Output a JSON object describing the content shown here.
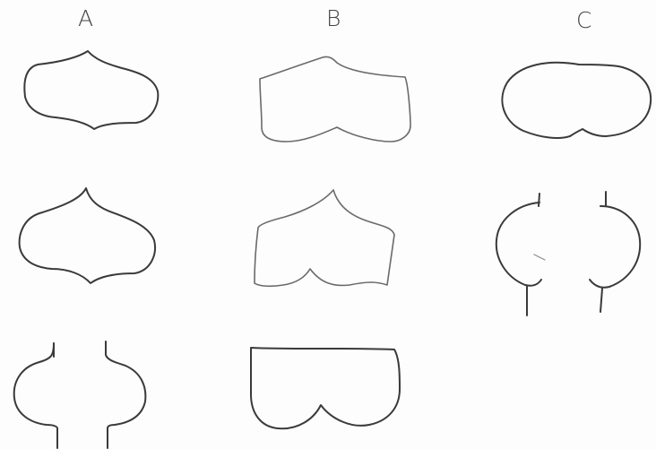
{
  "columns": {
    "a": {
      "label": "A"
    },
    "b": {
      "label": "B"
    },
    "c": {
      "label": "C"
    }
  }
}
